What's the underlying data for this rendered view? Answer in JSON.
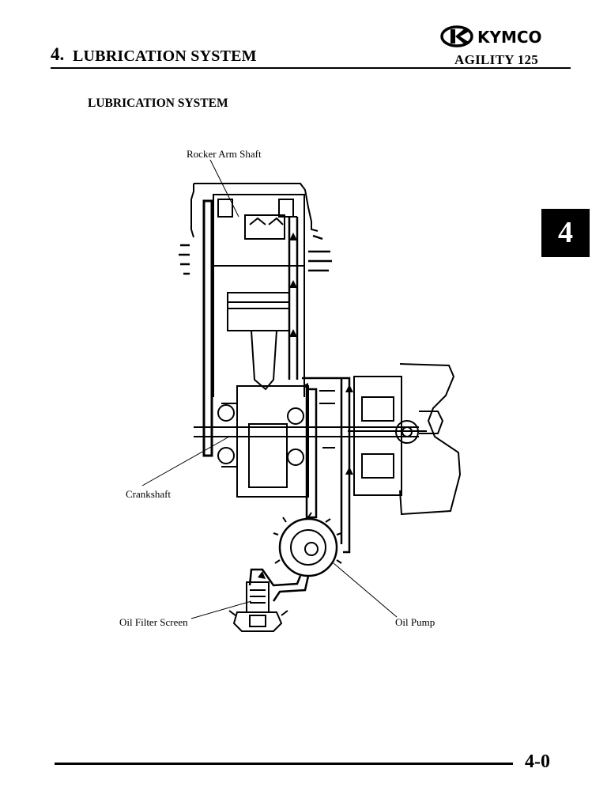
{
  "header": {
    "chapter_number": "4.",
    "chapter_title": "LUBRICATION SYSTEM",
    "brand": "KYMCO",
    "model": "AGILITY 125"
  },
  "section": {
    "heading": "LUBRICATION SYSTEM"
  },
  "chapter_tab": "4",
  "diagram": {
    "labels": {
      "rocker_arm_shaft": "Rocker Arm Shaft",
      "crankshaft": "Crankshaft",
      "oil_filter_screen": "Oil Filter Screen",
      "oil_pump": "Oil Pump"
    }
  },
  "footer": {
    "page_number": "4-0"
  }
}
